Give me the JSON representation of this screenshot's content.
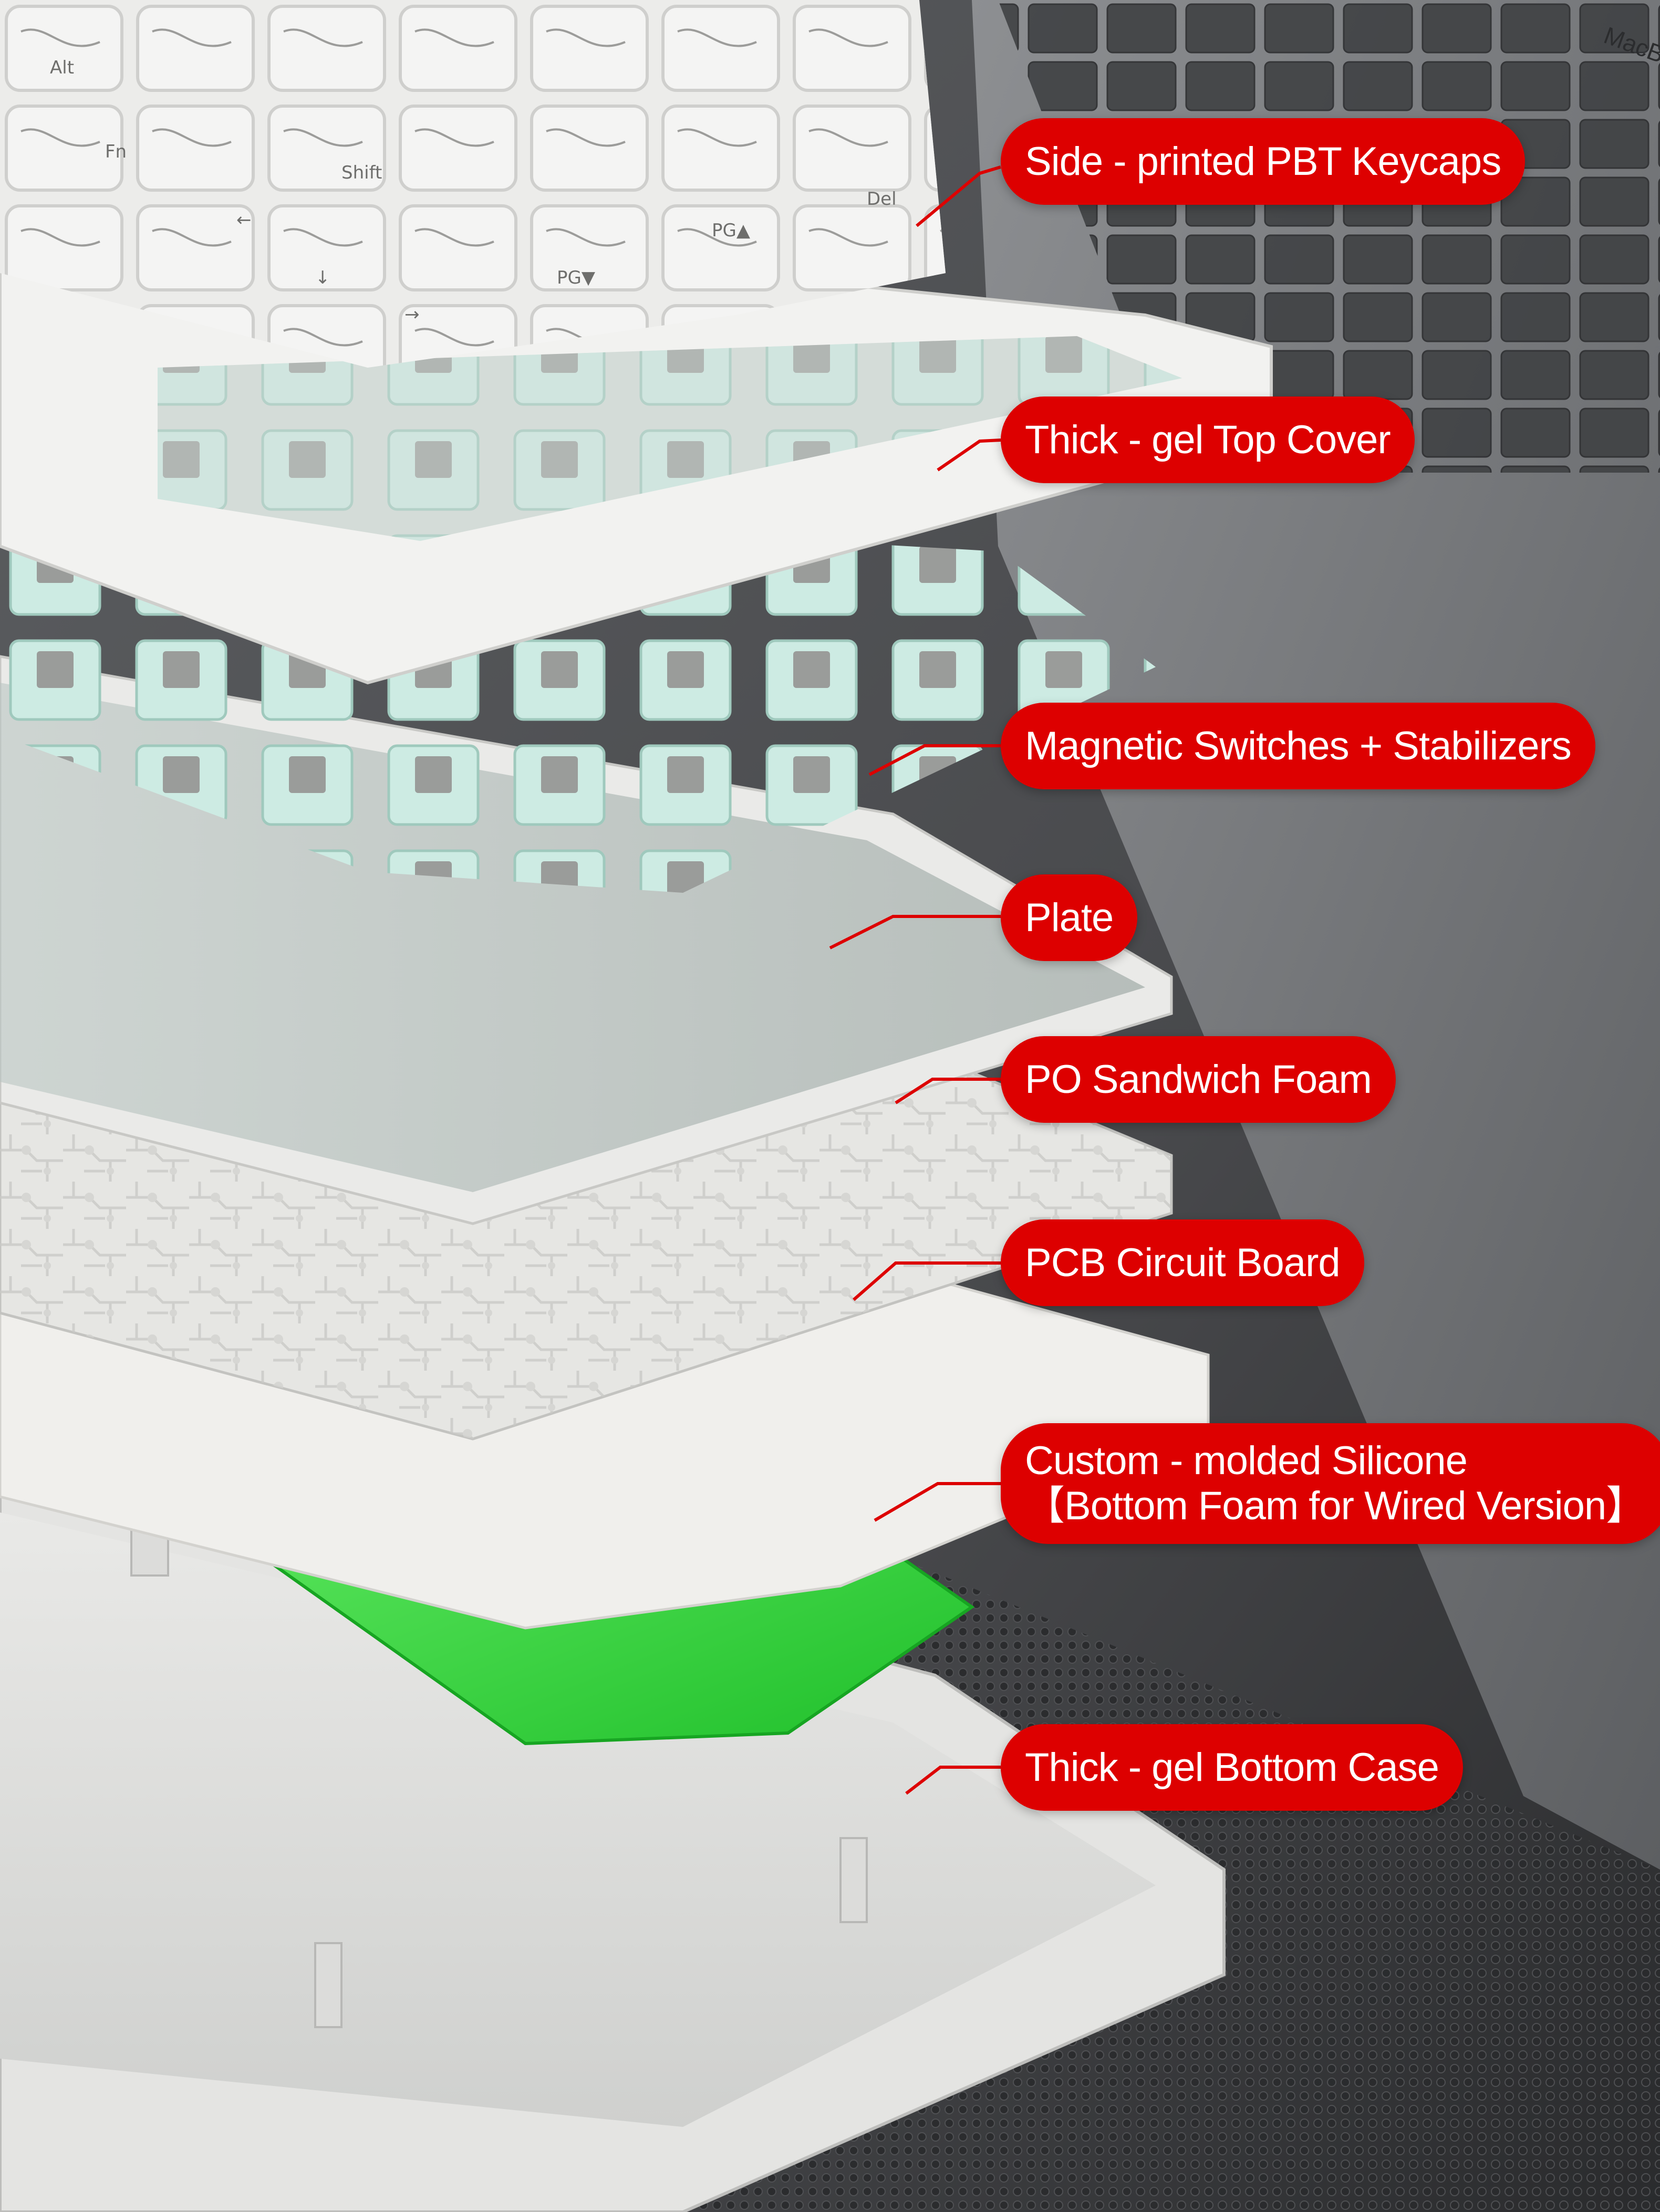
{
  "laptop": {
    "brand_text": "MacBook"
  },
  "labels": {
    "keycaps": "Side - printed PBT Keycaps",
    "top_cover": "Thick - gel Top Cover",
    "switches": "Magnetic Switches + Stabilizers",
    "plate": "Plate",
    "foam": "PO Sandwich Foam",
    "pcb": "PCB Circuit Board",
    "silicone_line1": "Custom - molded Silicone",
    "silicone_line2": "【Bottom Foam for Wired Version】",
    "bottom_case": "Thick - gel Bottom Case"
  },
  "keycap_legends": [
    "Alt",
    "Fn",
    "Shift",
    "Del",
    "PG▲",
    "PG▼",
    "←",
    "↓",
    "→"
  ],
  "colors": {
    "label_red": "#dd0000",
    "label_text": "#ffffff",
    "keycap_white": "#f3f3f2",
    "switch_mint": "#bfe6dc",
    "silicone_green": "#33dd33",
    "background_dark": "#3a3b3d"
  }
}
